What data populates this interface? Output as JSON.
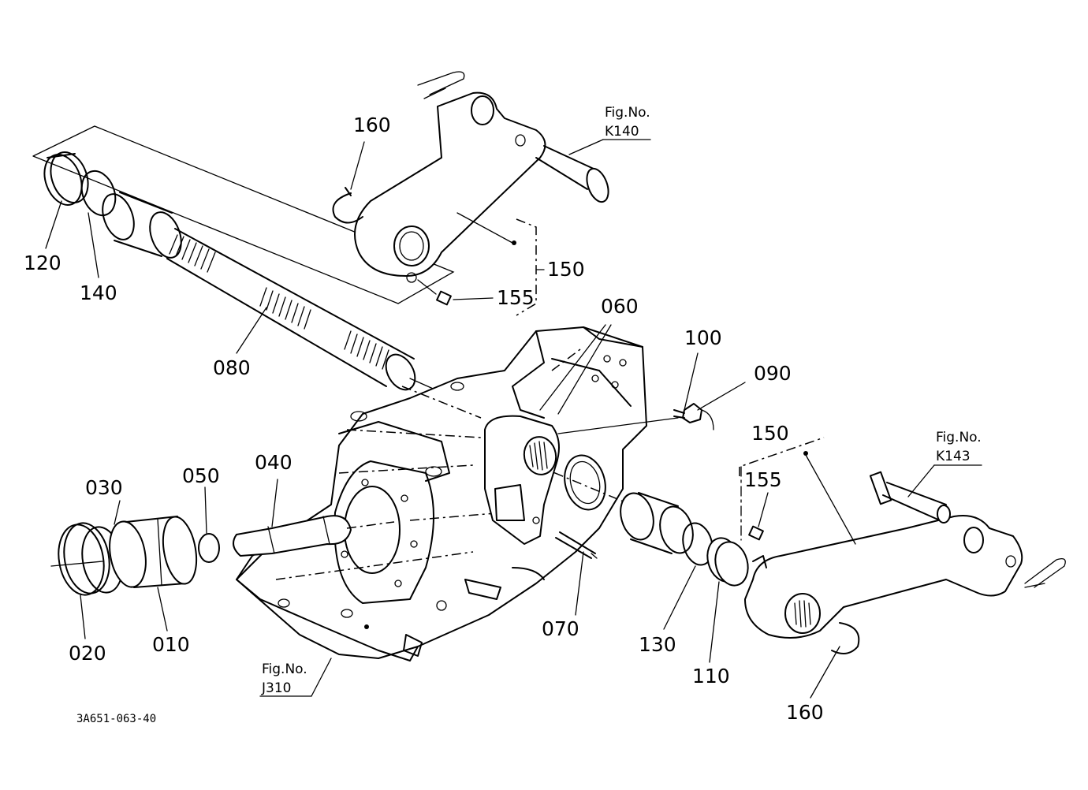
{
  "labels": {
    "p010": "010",
    "p020": "020",
    "p030": "030",
    "p040": "040",
    "p050": "050",
    "p060": "060",
    "p070": "070",
    "p080": "080",
    "p090": "090",
    "p100": "100",
    "p110": "110",
    "p120": "120",
    "p130": "130",
    "p140": "140",
    "p150_top": "150",
    "p150_right": "150",
    "p155_top": "155",
    "p155_right": "155",
    "p160_top": "160",
    "p160_bottom": "160"
  },
  "references": {
    "k140": {
      "line1": "Fig.No.",
      "line2": "K140"
    },
    "k143": {
      "line1": "Fig.No.",
      "line2": "K143"
    },
    "j310": {
      "line1": "Fig.No.",
      "line2": "J310"
    }
  },
  "drawing_code": "3A651-063-40"
}
